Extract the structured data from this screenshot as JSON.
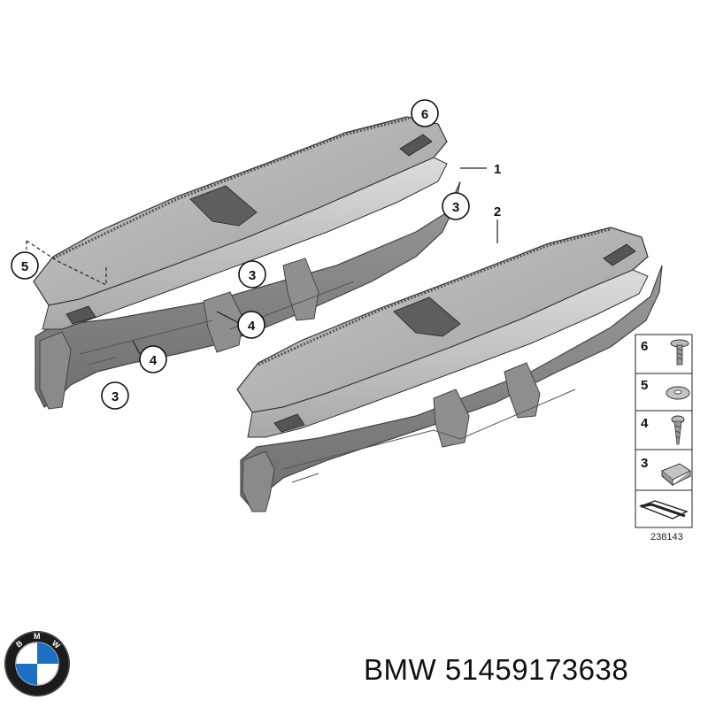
{
  "diagram": {
    "callouts": {
      "c6": "6",
      "c1": "1",
      "c3_right": "3",
      "c2": "2",
      "c5": "5",
      "c3_mid": "3",
      "c4_mid": "4",
      "c4_low": "4",
      "c3_low": "3"
    },
    "legend": {
      "items": [
        {
          "number": "6",
          "icon": "washer-screw-icon"
        },
        {
          "number": "5",
          "icon": "washer-icon"
        },
        {
          "number": "4",
          "icon": "screw-icon"
        },
        {
          "number": "3",
          "icon": "clip-nut-icon"
        }
      ],
      "last_icon": "kit-arrow-icon",
      "diagram_id": "238143"
    }
  },
  "caption": {
    "brand": "BMW",
    "part_number": "51459173638",
    "logo_icon": "bmw-roundel-logo"
  },
  "colors": {
    "panel_light": "#d4d4d4",
    "panel_mid": "#a6a6a6",
    "panel_dark": "#7a7a7a",
    "line": "#333333"
  }
}
